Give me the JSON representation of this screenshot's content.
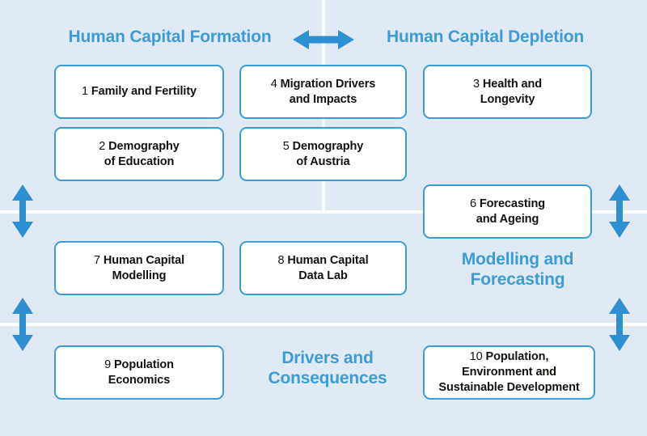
{
  "colors": {
    "background": "#dfeaf5",
    "accent_blue": "#3d9bd6",
    "arrow_blue": "#2e90d0",
    "box_fill": "#ffffff",
    "divider": "#ffffff",
    "text_dark": "#14110f"
  },
  "headings": {
    "formation": "Human Capital Formation",
    "depletion": "Human Capital Depletion",
    "modelling": "Modelling and\nForecasting",
    "drivers": "Drivers and\nConsequences"
  },
  "boxes": [
    {
      "num": "1",
      "title": "Family and Fertility"
    },
    {
      "num": "2",
      "title": "Demography\nof Education"
    },
    {
      "num": "3",
      "title": "Health and\nLongevity"
    },
    {
      "num": "4",
      "title": "Migration Drivers\nand Impacts"
    },
    {
      "num": "5",
      "title": "Demography\nof Austria"
    },
    {
      "num": "6",
      "title": "Forecasting\nand Ageing"
    },
    {
      "num": "7",
      "title": "Human Capital\nModelling"
    },
    {
      "num": "8",
      "title": "Human Capital\nData Lab"
    },
    {
      "num": "9",
      "title": "Population\nEconomics"
    },
    {
      "num": "10",
      "title": "Population,\nEnvironment and\nSustainable Development"
    }
  ],
  "arrows": {
    "horizontal": "double-headed-horizontal-arrow",
    "left_upper": "double-headed-vertical-arrow",
    "left_lower": "double-headed-vertical-arrow",
    "right_upper": "double-headed-vertical-arrow",
    "right_lower": "double-headed-vertical-arrow"
  }
}
